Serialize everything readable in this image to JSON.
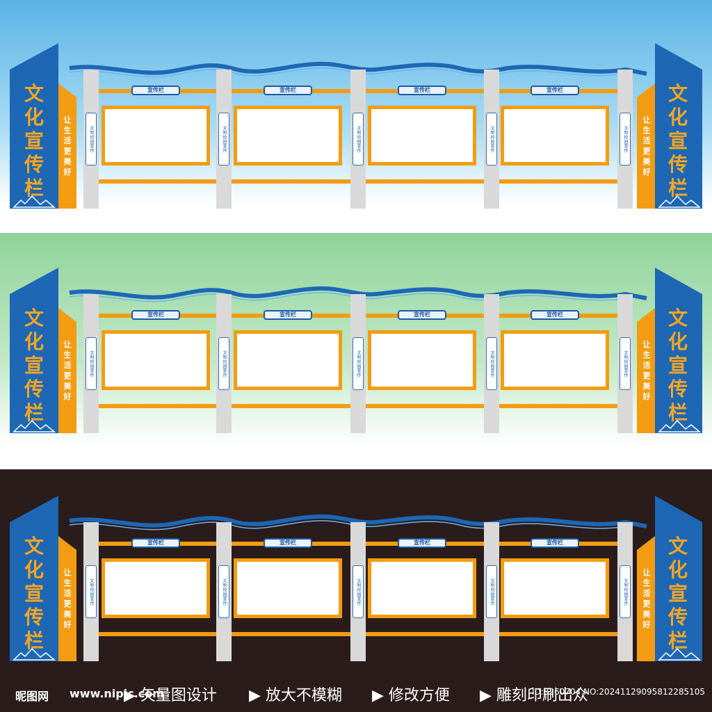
{
  "colors": {
    "blue": "#1d67b5",
    "orange": "#f39c12",
    "post_gray": "#d9d9d9",
    "sky_blue": "#5ab3e6",
    "mint_green": "#8fd39a",
    "dark_brown": "#2b1c1c"
  },
  "sign": {
    "side_title": "文化宣传栏",
    "side_slogan": "让生活更美好",
    "panel_tag": "宣传栏",
    "post_label": "文明校园宣传"
  },
  "variants": [
    "blue-sky",
    "green-sky",
    "dark-background"
  ],
  "footer": {
    "logo": "昵图网",
    "url": "www.nipic.com",
    "features": [
      "矢量图设计",
      "放大不模糊",
      "修改方便",
      "雕刻印刷出众"
    ],
    "id_text": "ID:8260704 NO:20241129095812285105"
  }
}
